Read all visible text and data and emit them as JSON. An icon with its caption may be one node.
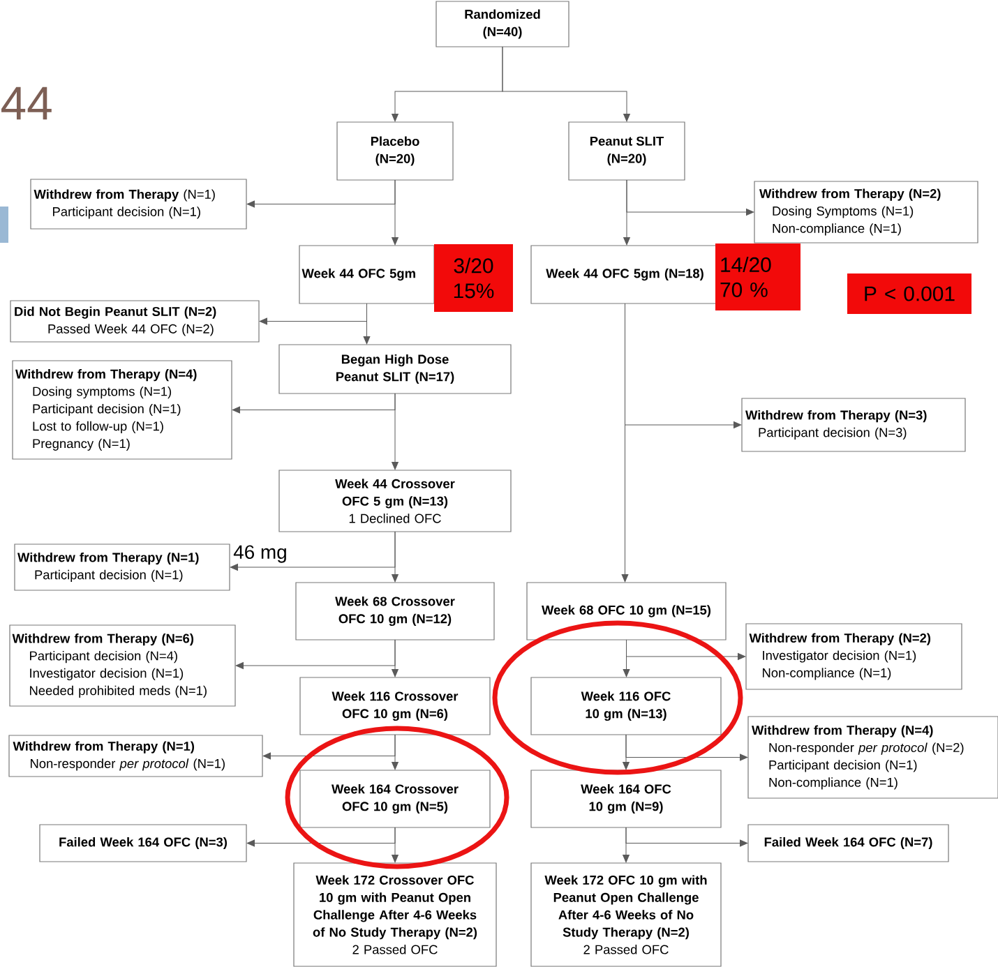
{
  "diagram": {
    "nodes": [
      {
        "text": [
          "Randomized (N=40)"
        ]
      },
      {
        "text": [
          "Placebo (N=20)"
        ]
      },
      {
        "text": [
          "Peanut SLIT (N=20)"
        ]
      },
      {
        "text": [
          "**Withdrew from Therapy** (N=1)",
          "Participant decision (N=1)"
        ]
      },
      {
        "text": [
          "Withdrew from Therapy (N=2)",
          "Dosing Symptoms (N=1)",
          "Non-compliance (N=1)"
        ]
      },
      {
        "text": [
          "Week 44 OFC 5gm"
        ]
      },
      {
        "text": [
          "3/20",
          "15%"
        ]
      },
      {
        "text": [
          "Week 44 OFC 5gm (N=18)"
        ]
      },
      {
        "text": [
          "14/20",
          "70 %"
        ]
      },
      {
        "text": [
          "P < 0.001"
        ]
      },
      {
        "text": [
          "Did Not Begin Peanut SLIT (N=2)",
          "Passed Week 44 OFC (N=2)"
        ]
      },
      {
        "text": [
          "Began High Dose Peanut SLIT (N=17)"
        ]
      },
      {
        "text": [
          "Withdrew from Therapy (N=4)",
          "Dosing symptoms (N=1)",
          "Participant decision (N=1)",
          "Lost to follow-up (N=1)",
          "Pregnancy (N=1)"
        ]
      },
      {
        "text": [
          "Withdrew from Therapy (N=3)",
          "Participant decision (N=3)"
        ]
      },
      {
        "text": [
          "Week 44 Crossover OFC 5 gm (N=13)",
          "1 Declined OFC"
        ]
      },
      {
        "text": [
          "Withdrew from Therapy (N=1)",
          "Participant decision (N=1)"
        ]
      },
      {
        "text": [
          "Week 68 Crossover OFC 10 gm (N=12)"
        ]
      },
      {
        "text": [
          "Week 68 OFC 10 gm (N=15)"
        ]
      },
      {
        "text": [
          "Withdrew from Therapy (N=6)",
          "Participant decision (N=4)",
          "Investigator decision (N=1)",
          "Needed prohibited meds (N=1)"
        ]
      },
      {
        "text": [
          "Withdrew from Therapy (N=2)",
          "Investigator decision (N=1)",
          "Non-compliance (N=1)"
        ]
      },
      {
        "text": [
          "Week 116 Crossover OFC 10 gm (N=6)"
        ]
      },
      {
        "text": [
          "Week 116 OFC 10 gm (N=13)"
        ]
      },
      {
        "text": [
          "Withdrew from Therapy (N=1)",
          "Non-responder *per protocol* (N=1)"
        ]
      },
      {
        "text": [
          "Withdrew from Therapy (N=4)",
          "Non-responder *per protocol* (N=2)",
          "Participant decision (N=1)",
          "Non-compliance (N=1)"
        ]
      },
      {
        "text": [
          "Week 164 Crossover OFC 10 gm (N=5)"
        ]
      },
      {
        "text": [
          "Week 164 OFC 10 gm (N=9)"
        ]
      },
      {
        "text": [
          "Failed Week 164 OFC (N=3)"
        ]
      },
      {
        "text": [
          "Failed Week 164 OFC (N=7)"
        ]
      },
      {
        "text": [
          "Week 172 Crossover OFC 10 gm with Peanut Open Challenge After 4-6 Weeks of No Study Therapy (N=2)",
          "2 Passed OFC"
        ]
      },
      {
        "text": [
          "Week 172 OFC 10 gm with Peanut Open Challenge After 4-6 Weeks of No Study Therapy (N=2)",
          "2 Passed OFC"
        ]
      }
    ],
    "edges": [
      {
        "from": 0,
        "to": 1,
        "arrow": "to"
      },
      {
        "from": 0,
        "to": 2,
        "arrow": "to"
      },
      {
        "from": 1,
        "to": 3,
        "arrow": "to"
      },
      {
        "from": 1,
        "to": 5,
        "arrow": "to"
      },
      {
        "from": 2,
        "to": 4,
        "arrow": "to"
      },
      {
        "from": 2,
        "to": 7,
        "arrow": "to"
      },
      {
        "from": 5,
        "to": 10,
        "arrow": "to"
      },
      {
        "from": 5,
        "to": 11,
        "arrow": "to"
      },
      {
        "from": 11,
        "to": 12,
        "arrow": "to"
      },
      {
        "from": 11,
        "to": 14,
        "arrow": "to"
      },
      {
        "from": 7,
        "to": 13,
        "arrow": "to"
      },
      {
        "from": 7,
        "to": 17,
        "arrow": "to"
      },
      {
        "from": 14,
        "to": 15,
        "arrow": "to"
      },
      {
        "from": 14,
        "to": 16,
        "arrow": "to"
      },
      {
        "from": 16,
        "to": 18,
        "arrow": "to"
      },
      {
        "from": 16,
        "to": 20,
        "arrow": "to"
      },
      {
        "from": 17,
        "to": 19,
        "arrow": "to"
      },
      {
        "from": 17,
        "to": 21,
        "arrow": "to"
      },
      {
        "from": 20,
        "to": 22,
        "arrow": "to"
      },
      {
        "from": 20,
        "to": 24,
        "arrow": "to"
      },
      {
        "from": 21,
        "to": 23,
        "arrow": "to"
      },
      {
        "from": 21,
        "to": 25,
        "arrow": "to"
      },
      {
        "from": 24,
        "to": 26,
        "arrow": "to"
      },
      {
        "from": 24,
        "to": 28,
        "arrow": "to"
      },
      {
        "from": 25,
        "to": 27,
        "arrow": "to"
      },
      {
        "from": 25,
        "to": 29,
        "arrow": "to"
      }
    ],
    "labels": [
      "44",
      "46 mg"
    ]
  }
}
